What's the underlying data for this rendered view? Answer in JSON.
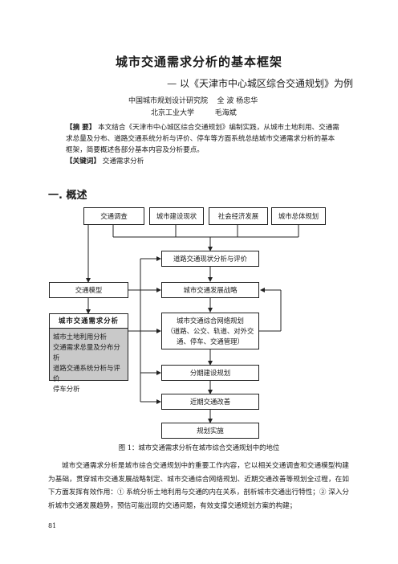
{
  "paper": {
    "title": "城市交通需求分析的基本框架",
    "subtitle": "— 以《天津市中心城区综合交通规划》为例",
    "affiliation_1": "中国城市规划设计研究院",
    "authors_1": "全  波   杨忠华",
    "affiliation_2": "北京工业大学",
    "authors_2": "毛海斌",
    "abstract_tag": "【摘   要】",
    "abstract_text": "本文结合《天津市中心城区综合交通规划》编制实践，从城市土地利用、交通需求总量及分布、道路交通系统分析与评价、停车等方面系统总结城市交通需求分析的基本框架，简要概述各部分基本内容及分析要点。",
    "keywords_tag": "【关键词】",
    "keywords_text": "交通需求分析",
    "section_heading": "一. 概述",
    "figure_caption": "图 1：城市交通需求分析在城市综合交通规划中的地位",
    "body_paragraph": "城市交通需求分析是城市综合交通规划中的重要工作内容，它以相关交通调查和交通模型构建为基础，贯穿城市交通发展战略制定、城市交通综合网络规划、近期交通改善等规划全过程，在如下方面发挥有效作用：① 系统分析土地利用与交通的内在关系，剖析城市交通出行特性；② 深入分析城市交通发展趋势，预估可能出现的交通问题，有效支撑交通规划方案的构建；",
    "page_number": "81"
  },
  "diagram": {
    "top_boxes": [
      "交通调查",
      "城市建设现状",
      "社会经济发展",
      "城市总体规划"
    ],
    "model_box": "交通模型",
    "demand_box": {
      "heading": "城市交通需求分析",
      "items": [
        "城市土地利用分析",
        "交通需求总量及分布分析",
        "道路交通系统分析与评价",
        "停车分析"
      ]
    },
    "flow_boxes": {
      "road_eval": "道路交通现状分析与评价",
      "strategy": "城市交通发展战略",
      "network_line1": "城市交通综合网络规划",
      "network_line2": "（道路、公交、轨道、对外交",
      "network_line3": "通、停车、交通管理）",
      "staged": "分期建设规划",
      "near_term": "近期交通改善",
      "implementation": "规划实施"
    }
  }
}
